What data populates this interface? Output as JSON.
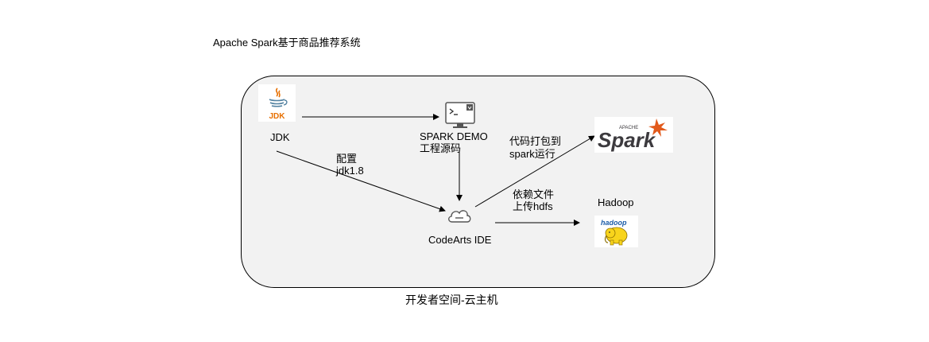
{
  "title": "Apache Spark基于商品推荐系统",
  "container": {
    "label": "开发者空间-云主机"
  },
  "nodes": {
    "jdk": {
      "icon": "java-icon",
      "icon_text": "JDK",
      "label": "JDK"
    },
    "spark_demo": {
      "icon": "terminal-window-icon",
      "label": "SPARK DEMO工程源码"
    },
    "codearts": {
      "icon": "cloud-icon",
      "label": "CodeArts IDE"
    },
    "spark": {
      "icon": "apache-spark-logo",
      "logo_small": "APACHE",
      "logo_main": "Spark"
    },
    "hadoop": {
      "icon": "hadoop-elephant-logo",
      "label": "Hadoop",
      "logo_text": "hadoop"
    }
  },
  "edges": {
    "jdk_to_codearts": {
      "label_line1": "配置",
      "label_line2": "jdk1.8"
    },
    "codearts_to_spark": {
      "label_line1": "代码打包到",
      "label_line2": "spark运行"
    },
    "codearts_to_hadoop": {
      "label_line1": "依赖文件",
      "label_line2": "上传hdfs"
    }
  },
  "colors": {
    "container_fill": "#f2f2f2",
    "java_orange": "#e76f00",
    "java_blue": "#5382a1",
    "spark_orange": "#e25a1c",
    "spark_text": "#3c3a3e",
    "hadoop_yellow": "#f8d41c",
    "hadoop_blue": "#1c5ca8"
  }
}
